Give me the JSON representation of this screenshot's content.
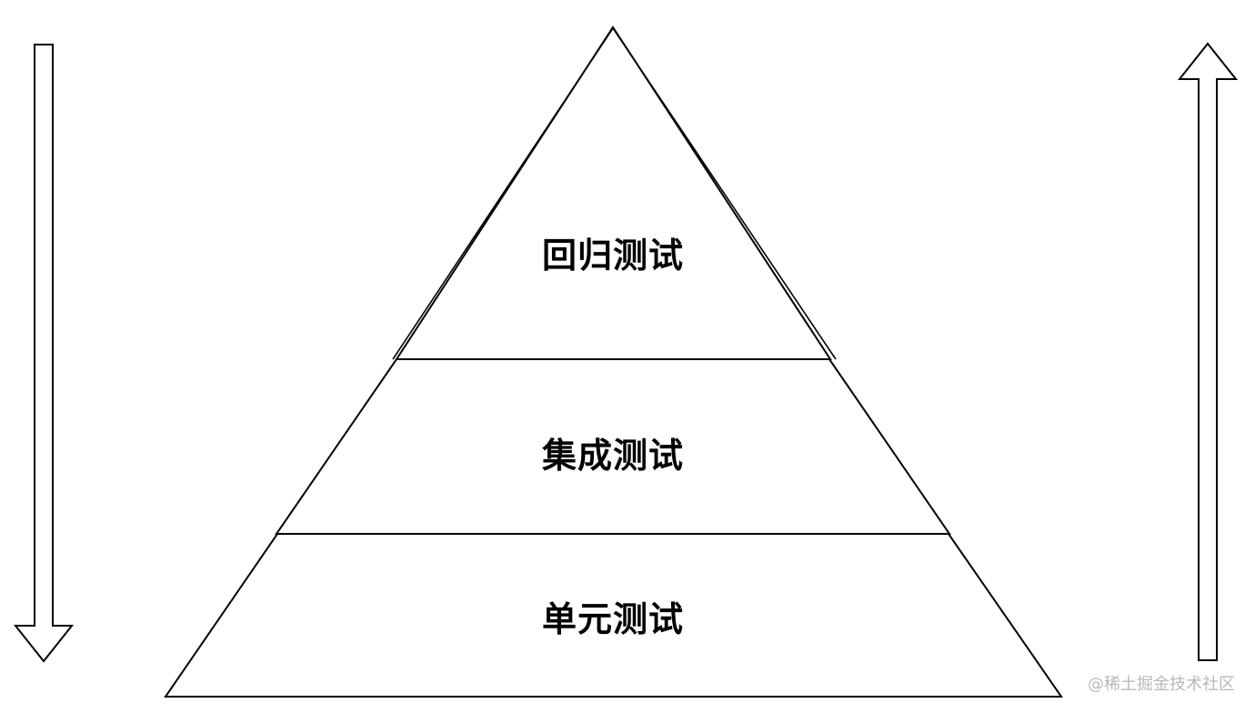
{
  "diagram": {
    "type": "test-pyramid",
    "layers": [
      {
        "id": "top",
        "label": "回归测试"
      },
      {
        "id": "middle",
        "label": "集成测试"
      },
      {
        "id": "bottom",
        "label": "单元测试"
      }
    ],
    "left_arrow": {
      "direction": "down"
    },
    "right_arrow": {
      "direction": "up"
    },
    "colors": {
      "stroke": "#000000",
      "fill": "#ffffff",
      "watermark": "#b8b8b8"
    }
  },
  "watermark": "@稀土掘金技术社区"
}
